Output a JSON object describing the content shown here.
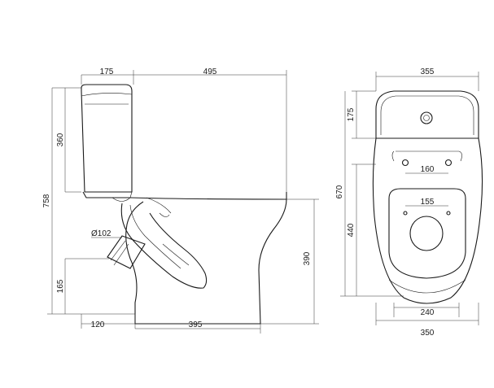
{
  "side_view": {
    "dimensions": {
      "top_tank_depth": "175",
      "top_bowl_length": "495",
      "total_height": "758",
      "tank_height": "360",
      "pipe_diameter": "Ø102",
      "outlet_height": "165",
      "outlet_offset": "120",
      "base_length": "395",
      "bowl_rim_height": "390"
    }
  },
  "top_view": {
    "dimensions": {
      "overall_width": "355",
      "tank_depth": "175",
      "overall_depth": "670",
      "seat_hole_spacing": "160",
      "seat_fix_spacing": "155",
      "bowl_depth": "440",
      "base_width_inner": "240",
      "base_width_outer": "350"
    }
  }
}
